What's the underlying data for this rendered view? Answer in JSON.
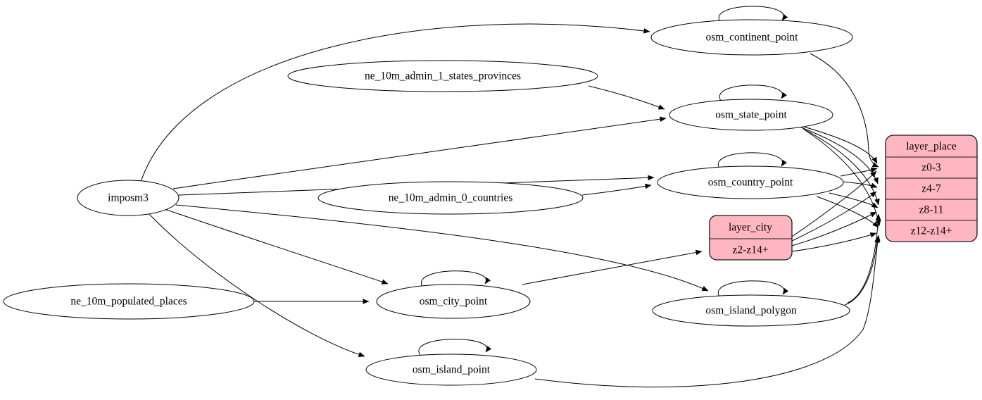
{
  "diagram": {
    "kind": "etl-graph",
    "background": "#ffffff",
    "colors": {
      "node_fill": "#ffffff",
      "node_stroke": "#000000",
      "edge_stroke": "#000000",
      "record_fill": "#ffb6c1",
      "record_stroke": "#1a1a1a"
    },
    "nodes": {
      "imposm3": {
        "label": "imposm3",
        "shape": "ellipse"
      },
      "ne_10m_admin_1_states_provinces": {
        "label": "ne_10m_admin_1_states_provinces",
        "shape": "ellipse"
      },
      "ne_10m_admin_0_countries": {
        "label": "ne_10m_admin_0_countries",
        "shape": "ellipse"
      },
      "ne_10m_populated_places": {
        "label": "ne_10m_populated_places",
        "shape": "ellipse"
      },
      "osm_continent_point": {
        "label": "osm_continent_point",
        "shape": "ellipse"
      },
      "osm_state_point": {
        "label": "osm_state_point",
        "shape": "ellipse"
      },
      "osm_country_point": {
        "label": "osm_country_point",
        "shape": "ellipse"
      },
      "osm_city_point": {
        "label": "osm_city_point",
        "shape": "ellipse"
      },
      "osm_island_polygon": {
        "label": "osm_island_polygon",
        "shape": "ellipse"
      },
      "osm_island_point": {
        "label": "osm_island_point",
        "shape": "ellipse"
      }
    },
    "records": {
      "layer_city": {
        "title": "layer_city",
        "rows": [
          "z2-z14+"
        ]
      },
      "layer_place": {
        "title": "layer_place",
        "rows": [
          "z0-3",
          "z4-7",
          "z8-11",
          "z12-z14+"
        ]
      }
    },
    "edges": [
      {
        "from": "imposm3",
        "to": "osm_continent_point"
      },
      {
        "from": "imposm3",
        "to": "osm_state_point"
      },
      {
        "from": "imposm3",
        "to": "osm_country_point"
      },
      {
        "from": "imposm3",
        "to": "osm_city_point"
      },
      {
        "from": "imposm3",
        "to": "osm_island_polygon"
      },
      {
        "from": "imposm3",
        "to": "osm_island_point"
      },
      {
        "from": "ne_10m_admin_1_states_provinces",
        "to": "osm_state_point"
      },
      {
        "from": "ne_10m_admin_0_countries",
        "to": "osm_country_point"
      },
      {
        "from": "ne_10m_populated_places",
        "to": "osm_city_point"
      },
      {
        "from": "osm_continent_point",
        "to": "osm_continent_point",
        "self_loop": true
      },
      {
        "from": "osm_state_point",
        "to": "osm_state_point",
        "self_loop": true
      },
      {
        "from": "osm_country_point",
        "to": "osm_country_point",
        "self_loop": true
      },
      {
        "from": "osm_city_point",
        "to": "osm_city_point",
        "self_loop": true
      },
      {
        "from": "osm_island_polygon",
        "to": "osm_island_polygon",
        "self_loop": true
      },
      {
        "from": "osm_island_point",
        "to": "osm_island_point",
        "self_loop": true
      },
      {
        "from": "osm_continent_point",
        "to": "layer_place",
        "port": "z0-3"
      },
      {
        "from": "osm_state_point",
        "to": "layer_place",
        "port": "z0-3"
      },
      {
        "from": "osm_state_point",
        "to": "layer_place",
        "port": "z4-7"
      },
      {
        "from": "osm_state_point",
        "to": "layer_place",
        "port": "z8-11"
      },
      {
        "from": "osm_state_point",
        "to": "layer_place",
        "port": "z12-z14+"
      },
      {
        "from": "osm_country_point",
        "to": "layer_place",
        "port": "z0-3"
      },
      {
        "from": "osm_country_point",
        "to": "layer_place",
        "port": "z4-7"
      },
      {
        "from": "osm_country_point",
        "to": "layer_place",
        "port": "z8-11"
      },
      {
        "from": "osm_country_point",
        "to": "layer_place",
        "port": "z12-z14+"
      },
      {
        "from": "osm_city_point",
        "to": "layer_city",
        "port": "z2-z14+"
      },
      {
        "from": "layer_city",
        "to": "layer_place",
        "port": "z0-3"
      },
      {
        "from": "layer_city",
        "to": "layer_place",
        "port": "z4-7"
      },
      {
        "from": "layer_city",
        "to": "layer_place",
        "port": "z8-11"
      },
      {
        "from": "layer_city",
        "to": "layer_place",
        "port": "z12-z14+"
      },
      {
        "from": "osm_island_polygon",
        "to": "layer_place",
        "port": "z8-11"
      },
      {
        "from": "osm_island_polygon",
        "to": "layer_place",
        "port": "z12-z14+"
      },
      {
        "from": "osm_island_point",
        "to": "layer_place",
        "port": "z12-z14+"
      }
    ]
  }
}
